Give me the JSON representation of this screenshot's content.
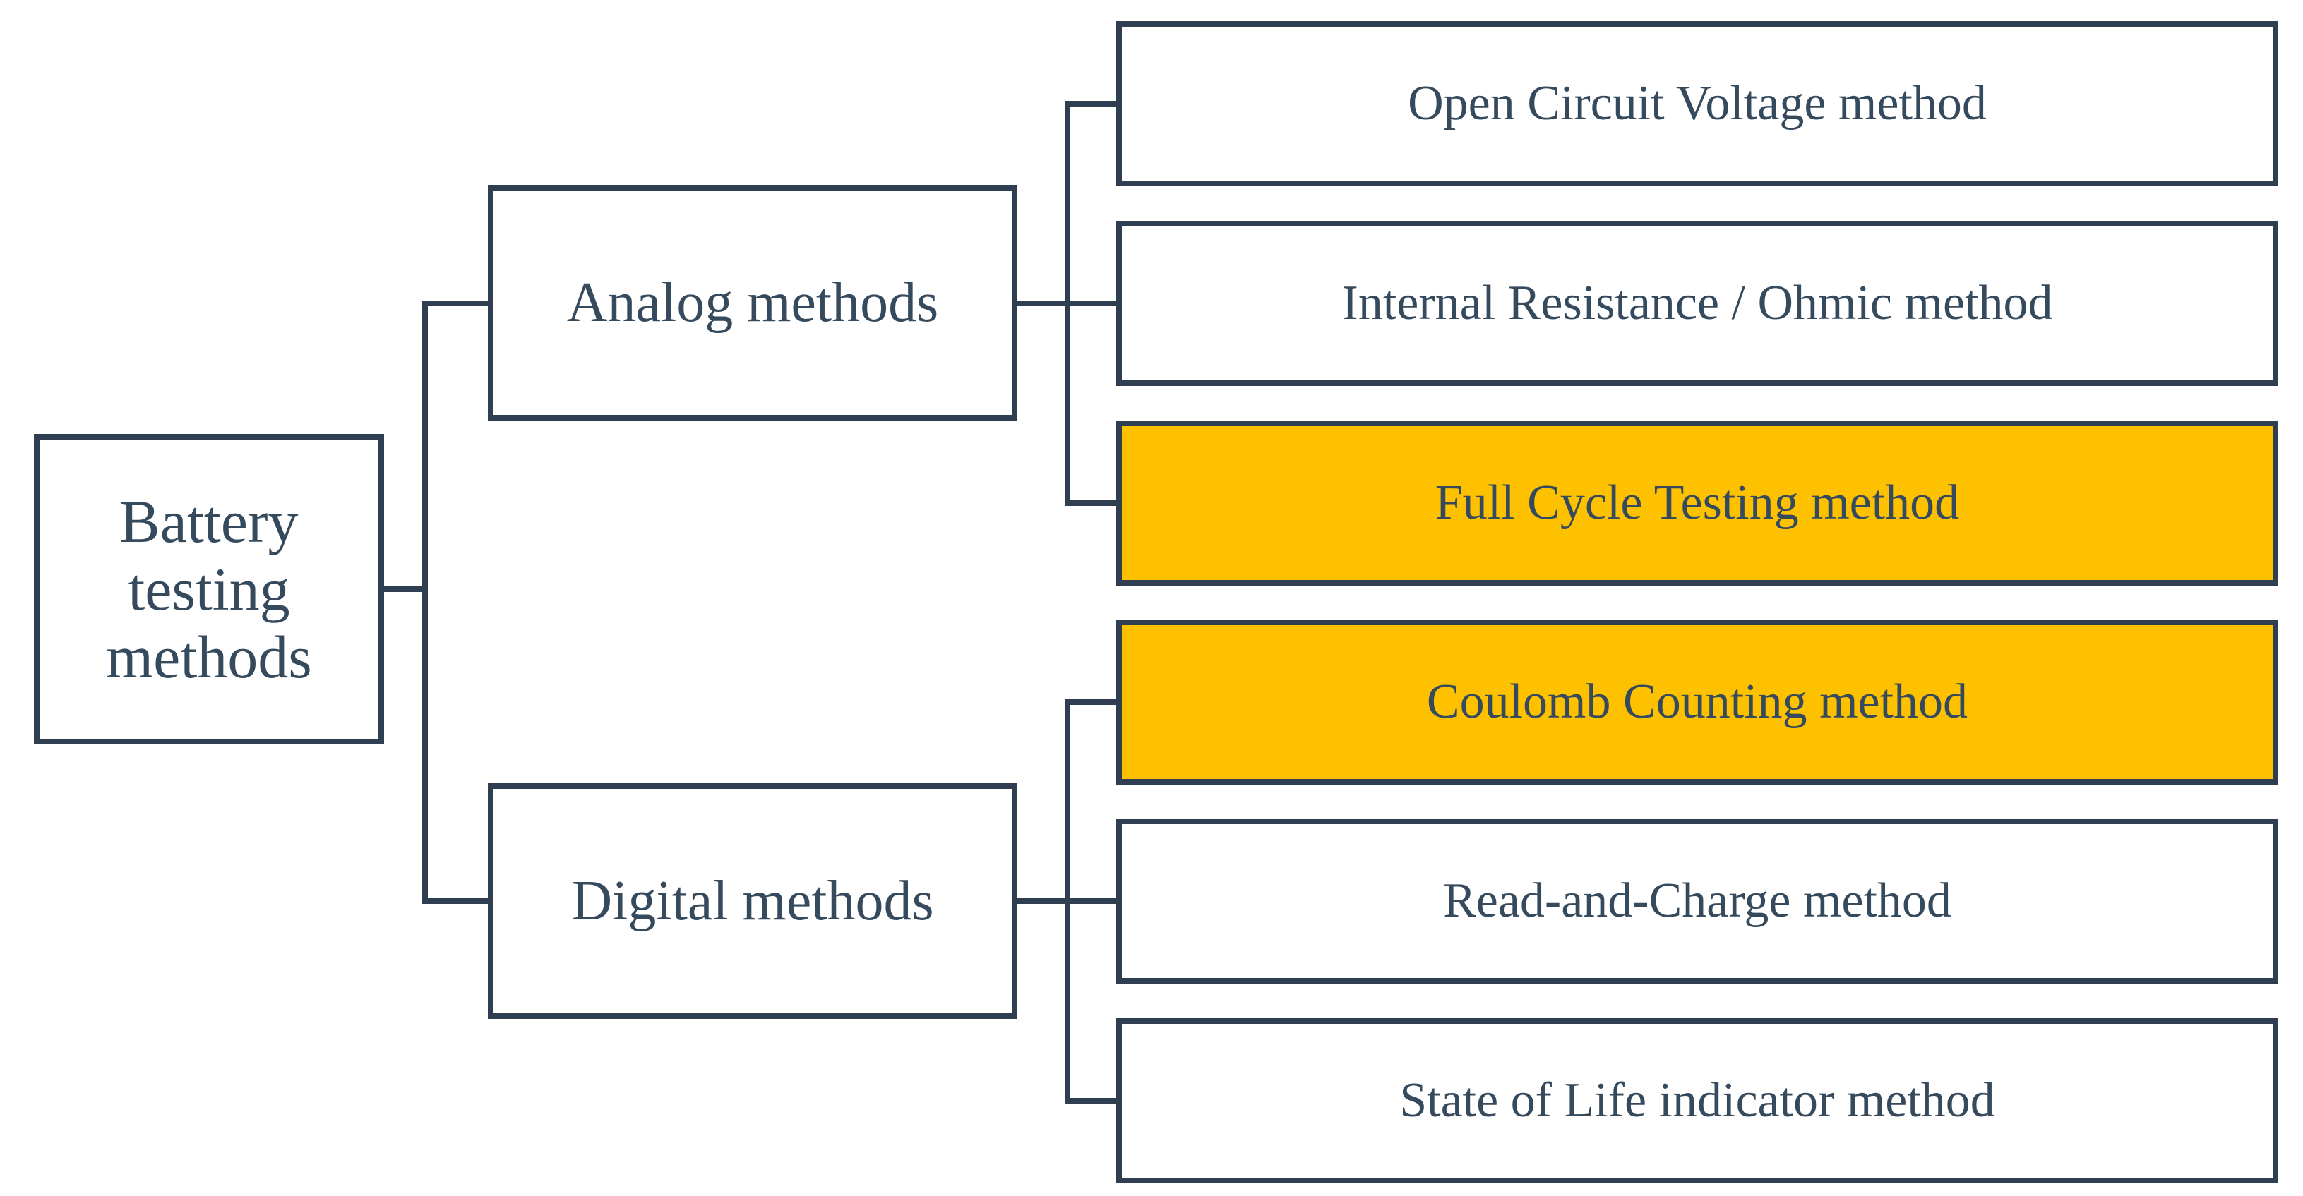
{
  "root": {
    "label_lines": [
      "Battery",
      "testing",
      "methods"
    ]
  },
  "groups": [
    {
      "label": "Analog methods",
      "items": [
        {
          "label": "Open Circuit Voltage method",
          "highlighted": false
        },
        {
          "label": "Internal Resistance / Ohmic method",
          "highlighted": false
        },
        {
          "label": "Full Cycle Testing method",
          "highlighted": true
        }
      ]
    },
    {
      "label": "Digital methods",
      "items": [
        {
          "label": "Coulomb Counting method",
          "highlighted": true
        },
        {
          "label": "Read-and-Charge method",
          "highlighted": false
        },
        {
          "label": "State of Life indicator method",
          "highlighted": false
        }
      ]
    }
  ],
  "colors": {
    "border": "#2f3e51",
    "text": "#364a5e",
    "highlight_fill": "#fdc100",
    "background": "#ffffff"
  }
}
